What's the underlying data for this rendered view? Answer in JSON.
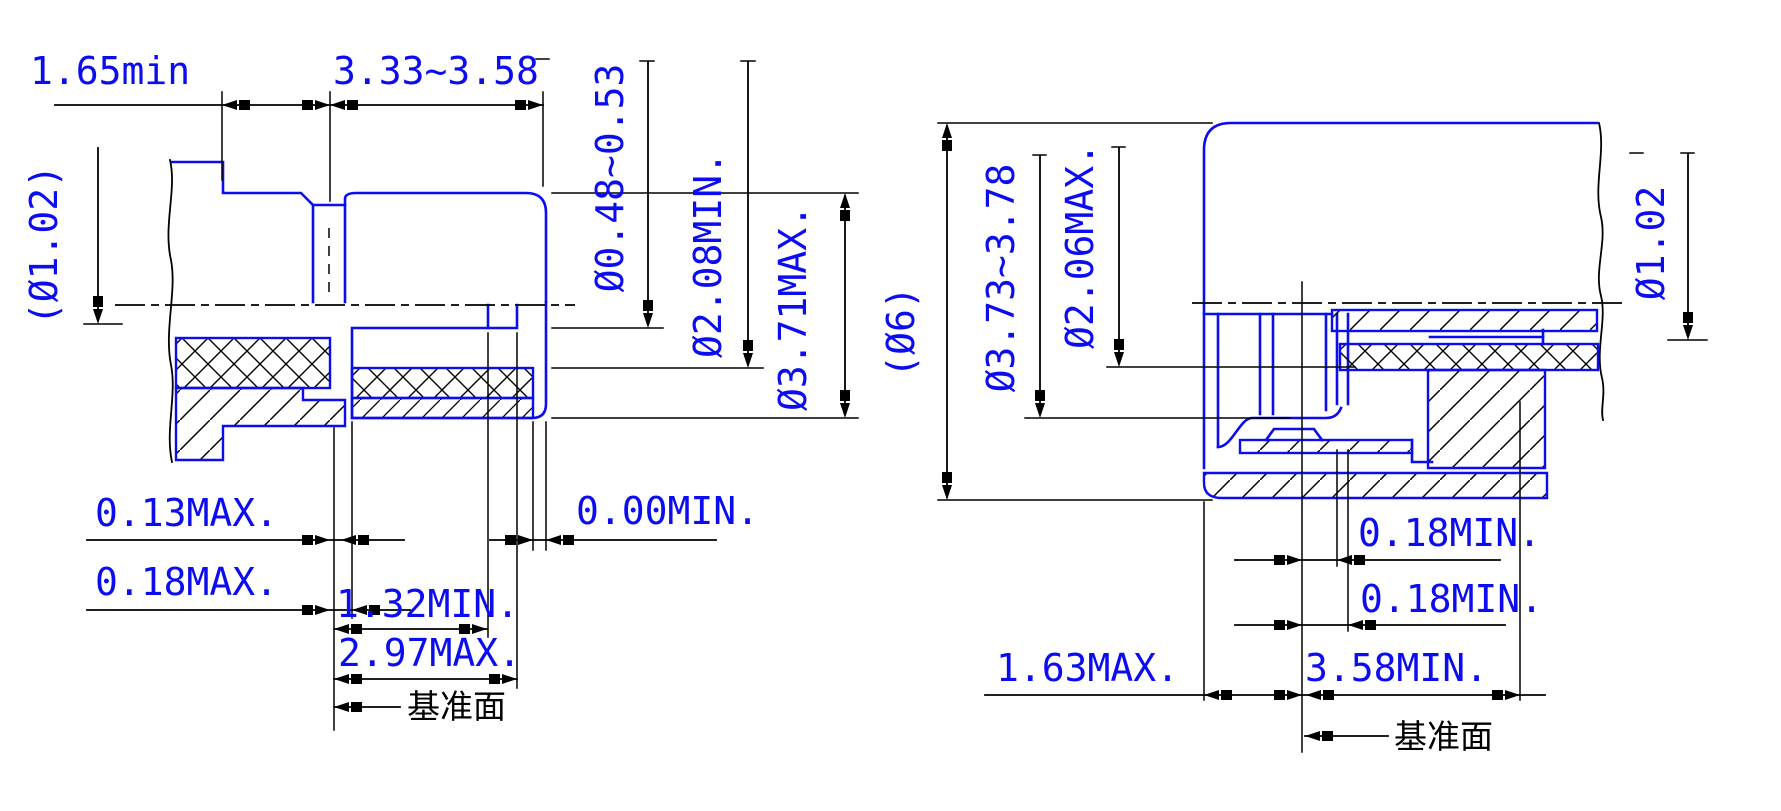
{
  "app": {
    "type": "cad-dimension-drawing",
    "background": "#ffffff"
  },
  "colors": {
    "outline_blue": "#0c0cf0",
    "dimension_black": "#000000"
  },
  "left_view": {
    "labels": {
      "len_min": "1.65min",
      "len_range": "3.33~3.58",
      "cable_dia": "(Ø1.02)",
      "pin_dia": "Ø0.48~0.53",
      "bore_dia": "Ø2.08MIN.",
      "body_dia": "Ø3.71MAX.",
      "offset_013": "0.13MAX.",
      "offset_018": "0.18MAX.",
      "offset_000": "0.00MIN.",
      "depth_132": "1.32MIN.",
      "depth_297": "2.97MAX.",
      "datum": "基准面"
    }
  },
  "right_view": {
    "labels": {
      "outer_dia": "(Ø6)",
      "shell_dia": "Ø3.73~3.78",
      "contact_dia": "Ø2.06MAX.",
      "wire_dia": "Ø1.02",
      "offset_018_upper": "0.18MIN.",
      "offset_018_lower": "0.18MIN.",
      "len_163": "1.63MAX.",
      "len_358": "3.58MIN.",
      "datum": "基准面"
    }
  }
}
